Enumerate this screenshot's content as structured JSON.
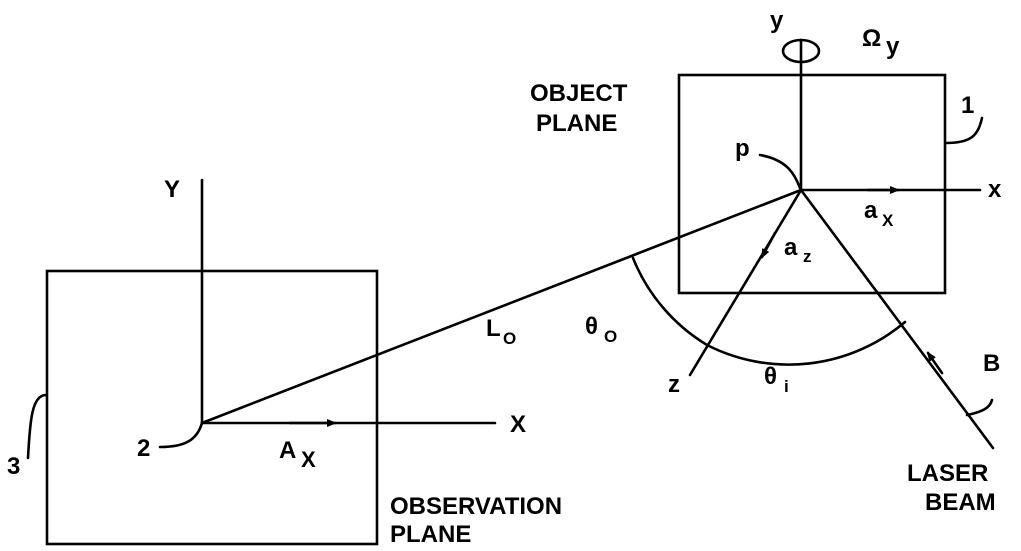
{
  "labels": {
    "object_plane": [
      "OBJECT",
      "PLANE"
    ],
    "observation_plane": [
      "OBSERVATION",
      "PLANE"
    ],
    "laser_beam": [
      "LASER",
      "BEAM"
    ],
    "y_axis": "y",
    "omega": "Ω",
    "omega_sub": "y",
    "x_axis": "x",
    "z_axis": "z",
    "p": "p",
    "a_x": "a",
    "a_x_sub": "X",
    "a_z": "a",
    "a_z_sub": "z",
    "L_o": "L",
    "L_o_sub": "O",
    "theta_o": "θ",
    "theta_o_sub": "O",
    "theta_i": "θ",
    "theta_i_sub": "i",
    "B": "B",
    "Y_axis": "Y",
    "X_axis": "X",
    "A_X": "A",
    "A_X_sub": "X",
    "ref_1": "1",
    "ref_2": "2",
    "ref_3": "3"
  }
}
